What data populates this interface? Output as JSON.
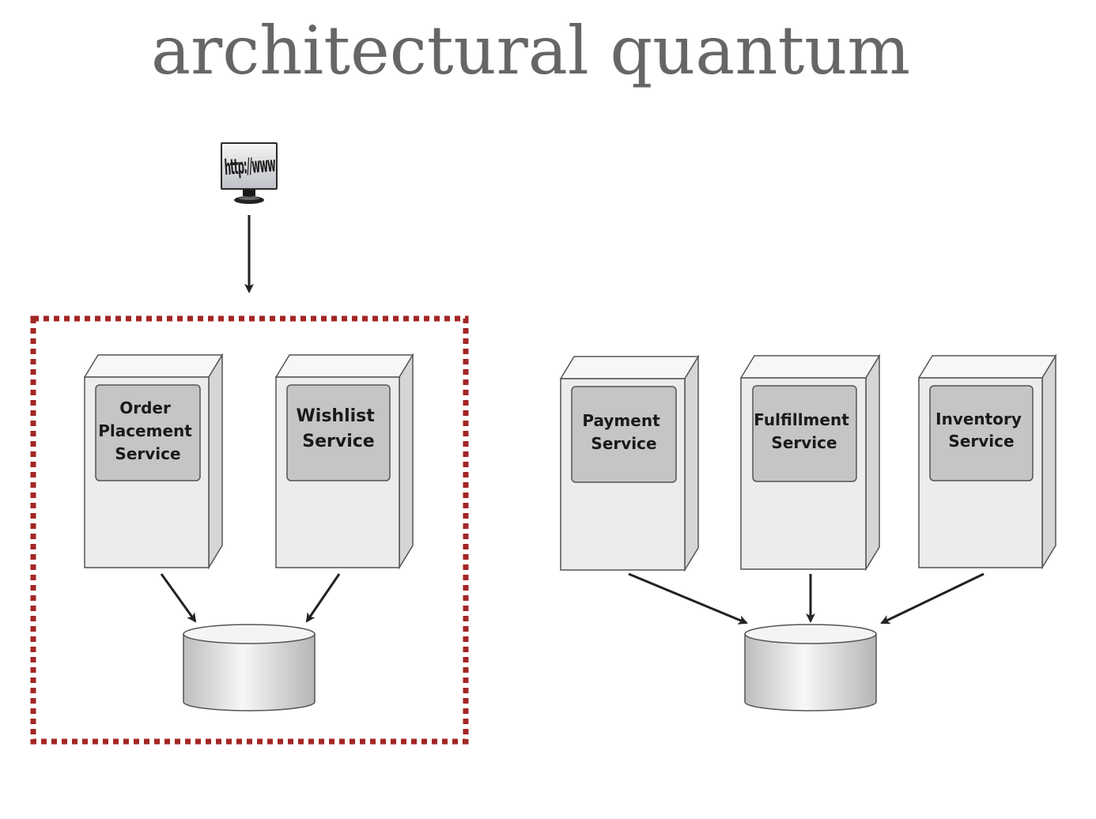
{
  "title": "architectural quantum",
  "client": {
    "icon": "browser-monitor-icon",
    "screen_text": "http://www"
  },
  "quantum_boundary": {
    "style": "dashed",
    "color": "#a32626"
  },
  "services": [
    {
      "id": "order-placement",
      "lines": [
        "Order",
        "Placement",
        "Service"
      ],
      "in_quantum": true
    },
    {
      "id": "wishlist",
      "lines": [
        "Wishlist",
        "Service"
      ],
      "in_quantum": true
    },
    {
      "id": "payment",
      "lines": [
        "Payment",
        "Service"
      ],
      "in_quantum": false
    },
    {
      "id": "fulfillment",
      "lines": [
        "Fulfillment",
        "Service"
      ],
      "in_quantum": false
    },
    {
      "id": "inventory",
      "lines": [
        "Inventory",
        "Service"
      ],
      "in_quantum": false
    }
  ],
  "databases": [
    {
      "id": "quantum-database",
      "icon": "database-icon"
    },
    {
      "id": "shared-database",
      "icon": "database-icon"
    }
  ],
  "colors": {
    "title": "#666666",
    "server_face": "#ececee",
    "server_panel": "#c5c5c7",
    "stroke": "#555555",
    "arrow": "#222222",
    "boundary": "#a32626"
  }
}
